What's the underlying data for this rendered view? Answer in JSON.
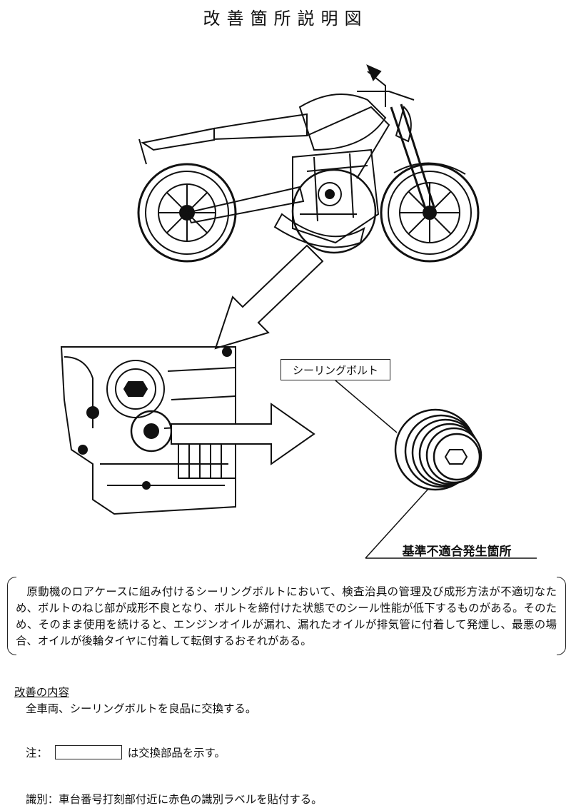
{
  "title": "改善箇所説明図",
  "callouts": {
    "part_label": "シーリングボルト",
    "defect_label": "基準不適合発生箇所"
  },
  "description": "原動機のロアケースに組み付けるシーリングボルトにおいて、検査治具の管理及び成形方法が不適切なため、ボルトのねじ部が成形不良となり、ボルトを締付けた状態でのシール性能が低下するものがある。そのため、そのまま使用を続けると、エンジンオイルが漏れ、漏れたオイルが排気管に付着して発煙し、最悪の場合、オイルが後輪タイヤに付着して転倒するおそれがある。",
  "improvement": {
    "heading": "改善の内容",
    "text": "全車両、シーリングボルトを良品に交換する。"
  },
  "note": {
    "prefix": "注：",
    "suffix": "は交換部品を示す。"
  },
  "identification": "識別：車台番号打刻部付近に赤色の識別ラベルを貼付する。"
}
